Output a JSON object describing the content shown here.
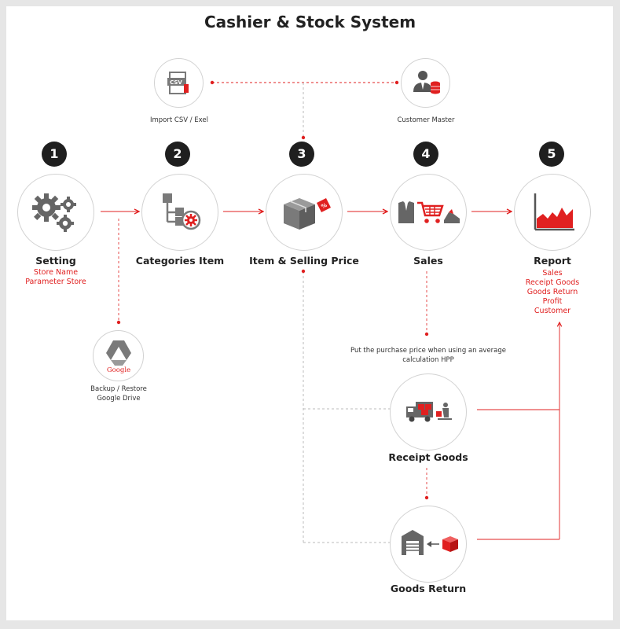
{
  "title": "Cashier & Stock System",
  "top_nodes": {
    "import": {
      "label": "Import CSV / Exel",
      "icon": "csv-file-icon",
      "icon_text": "CSV"
    },
    "customer": {
      "label": "Customer Master",
      "icon": "customer-database-icon"
    }
  },
  "steps": [
    {
      "number": "1",
      "label": "Setting",
      "icon": "gears-icon",
      "sub": [
        "Store Name",
        "Parameter Store"
      ]
    },
    {
      "number": "2",
      "label": "Categories Item",
      "icon": "category-tree-icon",
      "sub": []
    },
    {
      "number": "3",
      "label": "Item & Selling Price",
      "icon": "box-price-tag-icon",
      "icon_text": "%",
      "sub": []
    },
    {
      "number": "4",
      "label": "Sales",
      "icon": "sales-cart-icon",
      "sub": []
    },
    {
      "number": "5",
      "label": "Report",
      "icon": "report-chart-icon",
      "sub": [
        "Sales",
        "Receipt Goods",
        "Goods Return",
        "Profit",
        "Customer"
      ]
    }
  ],
  "google": {
    "label_line1": "Backup / Restore",
    "label_line2": "Google Drive",
    "icon": "google-drive-icon",
    "icon_text": "Google"
  },
  "hpp_note": {
    "line1": "Put the purchase price when using an average",
    "line2": "calculation HPP"
  },
  "receipt": {
    "label": "Receipt Goods",
    "icon": "delivery-truck-icon"
  },
  "goods_return": {
    "label": "Goods Return",
    "icon": "warehouse-return-icon"
  },
  "colors": {
    "accent": "#e02020",
    "dark": "#1f1f1f",
    "icon_gray": "#7a7a7a",
    "border": "#d2d2d2"
  }
}
